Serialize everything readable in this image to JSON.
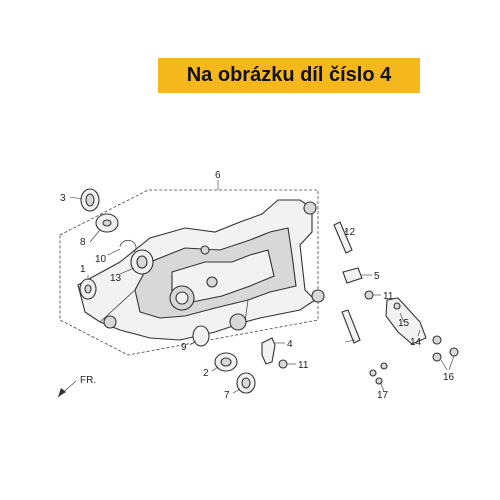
{
  "banner": {
    "text": "Na obrázku díl číslo 4",
    "color": "#f4b81c"
  },
  "diagram": {
    "direction_label": "FR.",
    "callouts": {
      "c1": "1",
      "c2": "2",
      "c3": "3",
      "c4": "4",
      "c5": "5",
      "c6": "6",
      "c7": "7",
      "c8": "8",
      "c9": "9",
      "c10": "10",
      "c11a": "11",
      "c11b": "11",
      "c12": "12",
      "c13": "13",
      "c14": "14",
      "c15": "15",
      "c16": "16",
      "c17": "17"
    }
  }
}
